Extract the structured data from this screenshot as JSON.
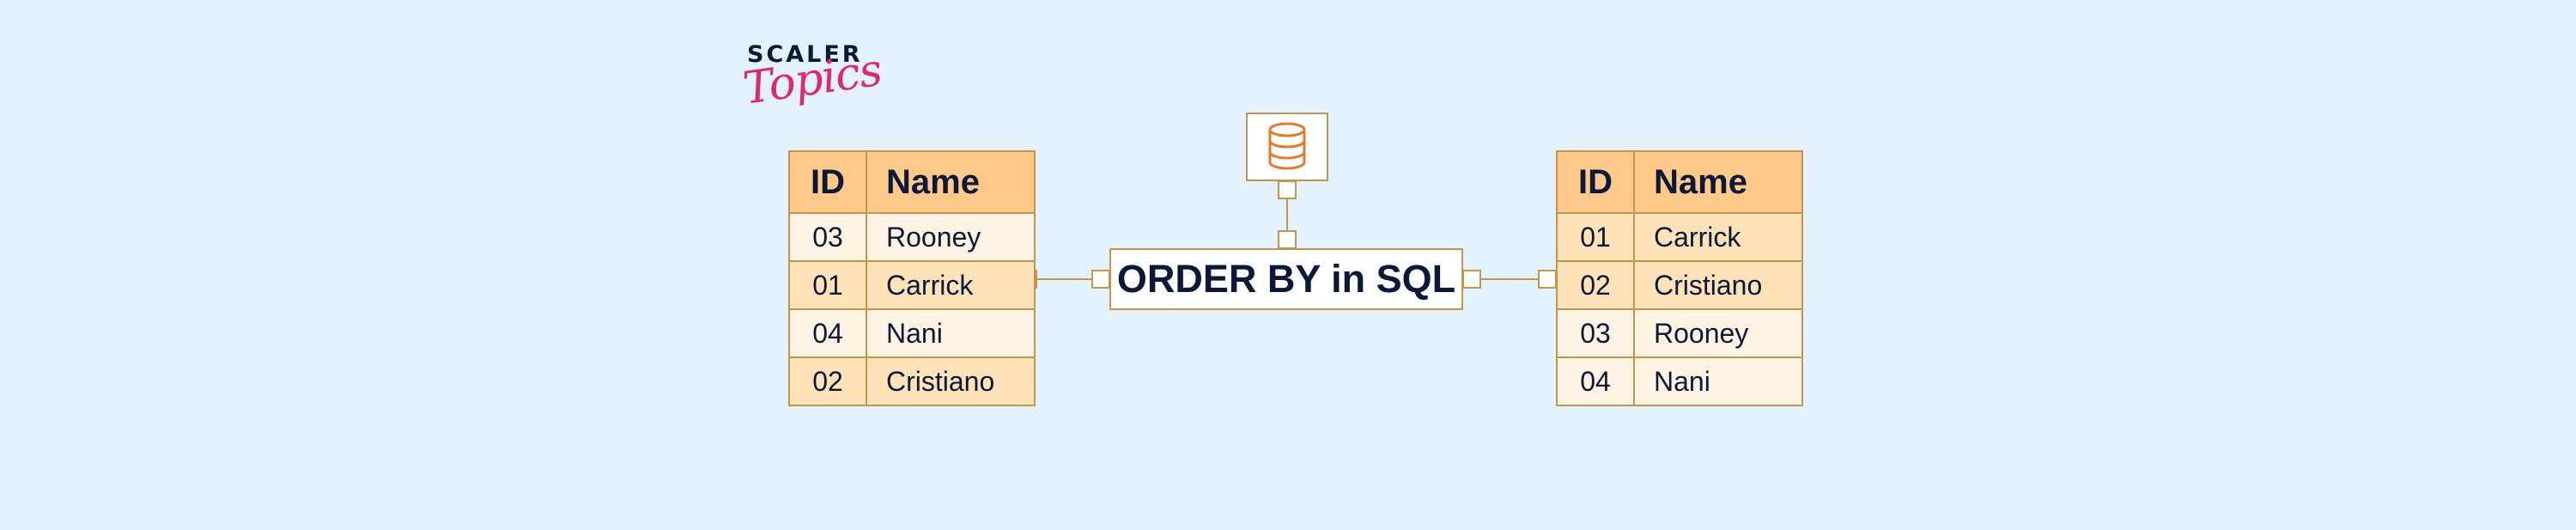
{
  "brand": {
    "line1": "SCALER",
    "line2": "Topics"
  },
  "center_label": "ORDER BY in SQL",
  "center_icon": "database-icon",
  "left_table": {
    "headers": [
      "ID",
      "Name"
    ],
    "rows": [
      [
        "03",
        "Rooney"
      ],
      [
        "01",
        "Carrick"
      ],
      [
        "04",
        "Nani"
      ],
      [
        "02",
        "Cristiano"
      ]
    ]
  },
  "right_table": {
    "headers": [
      "ID",
      "Name"
    ],
    "rows": [
      [
        "01",
        "Carrick"
      ],
      [
        "02",
        "Cristiano"
      ],
      [
        "03",
        "Rooney"
      ],
      [
        "04",
        "Nani"
      ]
    ]
  },
  "colors": {
    "background": "#e3f2fd",
    "header_fill": "#ffc98a",
    "row_light": "#fff3e4",
    "row_dark": "#ffe2b8",
    "border": "#c4954f",
    "icon": "#e07a2e",
    "text": "#0b1838",
    "brand_pink": "#e0286e"
  }
}
